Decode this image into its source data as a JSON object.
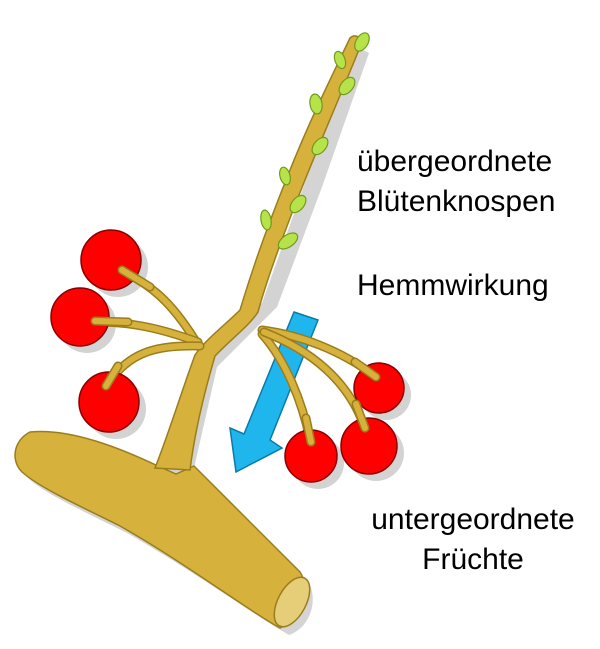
{
  "labels": {
    "buds_line1": "übergeordnete",
    "buds_line2": "Blütenknospen",
    "inhibition": "Hemmwirkung",
    "fruits_line1": "untergeordnete",
    "fruits_line2": "Früchte"
  },
  "colors": {
    "branch": "#d6b13c",
    "branch_outline": "#9a7d1c",
    "cherry": "#ff0000",
    "cherry_outline": "#8a0000",
    "bud": "#b6e34a",
    "arrow": "#1fb6ee",
    "shadow": "#cccccc"
  }
}
